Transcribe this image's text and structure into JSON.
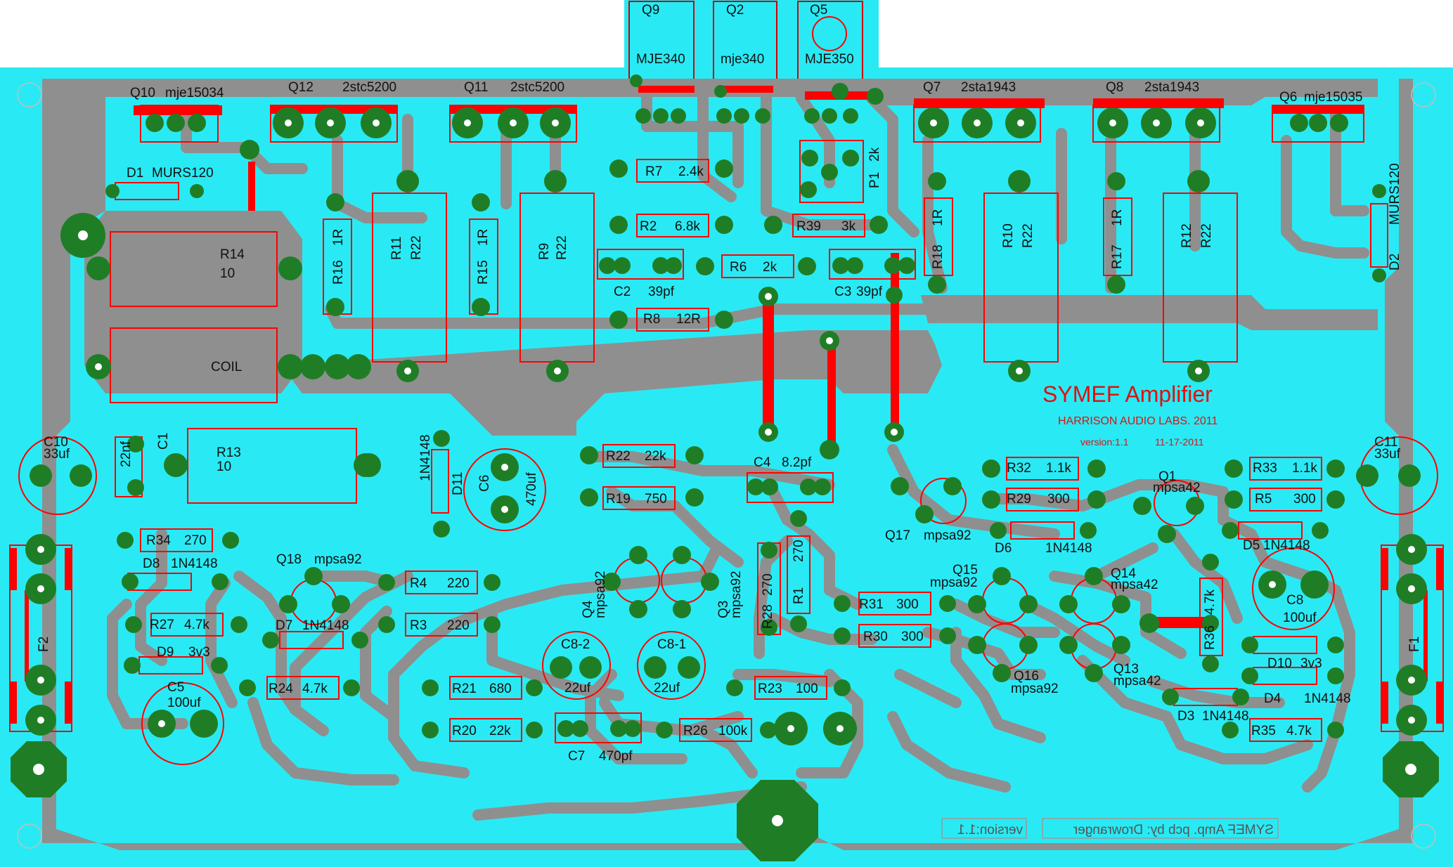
{
  "colors": {
    "board": "#29eaf4",
    "copper": "#8f8f8f",
    "pad": "#1f7e25",
    "hole": "#ffffff",
    "silk": "#ff0000",
    "text": "#111111",
    "title": "#e01010"
  },
  "board_text": {
    "title": "SYMEF  Amplifier",
    "company": "HARRISON AUDIO LABS. 2011",
    "version": "version:1.1",
    "date": "11-17-2011",
    "mirror_credit": "SYMEF Amp. pcb by: Drowranger",
    "mirror_version": "version:1.1"
  },
  "components": [
    {
      "ref": "Q9",
      "value": "MJE340"
    },
    {
      "ref": "Q2",
      "value": "mje340"
    },
    {
      "ref": "Q5",
      "value": "MJE350"
    },
    {
      "ref": "Q10",
      "value": "mje15034"
    },
    {
      "ref": "Q12",
      "value": "2stc5200"
    },
    {
      "ref": "Q11",
      "value": "2stc5200"
    },
    {
      "ref": "Q7",
      "value": "2sta1943"
    },
    {
      "ref": "Q8",
      "value": "2sta1943"
    },
    {
      "ref": "Q6",
      "value": "mje15035"
    },
    {
      "ref": "D1",
      "value": "MURS120"
    },
    {
      "ref": "D2",
      "value": "MURS120"
    },
    {
      "ref": "R7",
      "value": "2.4k"
    },
    {
      "ref": "R2",
      "value": "6.8k"
    },
    {
      "ref": "R39",
      "value": "3k"
    },
    {
      "ref": "P1",
      "value": "2k"
    },
    {
      "ref": "R6",
      "value": "2k"
    },
    {
      "ref": "C2",
      "value": "39pf"
    },
    {
      "ref": "C3",
      "value": "39pf"
    },
    {
      "ref": "R8",
      "value": "12R"
    },
    {
      "ref": "R14",
      "value": "10"
    },
    {
      "ref": "R16",
      "value": "1R"
    },
    {
      "ref": "R11",
      "value": "R22"
    },
    {
      "ref": "R15",
      "value": "1R"
    },
    {
      "ref": "R9",
      "value": "R22"
    },
    {
      "ref": "R18",
      "value": "1R"
    },
    {
      "ref": "R10",
      "value": "R22"
    },
    {
      "ref": "R17",
      "value": "1R"
    },
    {
      "ref": "R12",
      "value": "R22"
    },
    {
      "ref": "COIL",
      "value": ""
    },
    {
      "ref": "C10",
      "value": "33uf"
    },
    {
      "ref": "C1",
      "value": "22nf"
    },
    {
      "ref": "R13",
      "value": "10"
    },
    {
      "ref": "D11",
      "value": "1N4148"
    },
    {
      "ref": "C6",
      "value": "470uf"
    },
    {
      "ref": "R22",
      "value": "22k"
    },
    {
      "ref": "R19",
      "value": "750"
    },
    {
      "ref": "C4",
      "value": "8.2pf"
    },
    {
      "ref": "R32",
      "value": "1.1k"
    },
    {
      "ref": "R29",
      "value": "300"
    },
    {
      "ref": "Q1",
      "value": "mpsa42"
    },
    {
      "ref": "R33",
      "value": "1.1k"
    },
    {
      "ref": "R5",
      "value": "300"
    },
    {
      "ref": "C11",
      "value": "33uf"
    },
    {
      "ref": "R34",
      "value": "270"
    },
    {
      "ref": "D8",
      "value": "1N4148"
    },
    {
      "ref": "Q18",
      "value": "mpsa92"
    },
    {
      "ref": "R27",
      "value": "4.7k"
    },
    {
      "ref": "D7",
      "value": "1N4148"
    },
    {
      "ref": "D9",
      "value": "3v3"
    },
    {
      "ref": "C5",
      "value": "100uf"
    },
    {
      "ref": "R24",
      "value": "4.7k"
    },
    {
      "ref": "R4",
      "value": "220"
    },
    {
      "ref": "R3",
      "value": "220"
    },
    {
      "ref": "Q4",
      "value": "mpsa92"
    },
    {
      "ref": "Q3",
      "value": "mpsa92"
    },
    {
      "ref": "R28",
      "value": "270"
    },
    {
      "ref": "R1",
      "value": "270"
    },
    {
      "ref": "Q17",
      "value": "mpsa92"
    },
    {
      "ref": "D6",
      "value": "1N4148"
    },
    {
      "ref": "D5",
      "value": "1N4148"
    },
    {
      "ref": "Q15",
      "value": "mpsa92"
    },
    {
      "ref": "Q14",
      "value": "mpsa42"
    },
    {
      "ref": "R31",
      "value": "300"
    },
    {
      "ref": "R30",
      "value": "300"
    },
    {
      "ref": "Q16",
      "value": "mpsa92"
    },
    {
      "ref": "Q13",
      "value": "mpsa42"
    },
    {
      "ref": "R36",
      "value": "4.7k"
    },
    {
      "ref": "C8",
      "value": "100uf"
    },
    {
      "ref": "D10",
      "value": "3v3"
    },
    {
      "ref": "D4",
      "value": "1N4148"
    },
    {
      "ref": "D3",
      "value": "1N4148"
    },
    {
      "ref": "R35",
      "value": "4.7k"
    },
    {
      "ref": "C8-2",
      "value": "22uf"
    },
    {
      "ref": "C8-1",
      "value": "22uf"
    },
    {
      "ref": "R21",
      "value": "680"
    },
    {
      "ref": "R20",
      "value": "22k"
    },
    {
      "ref": "C7",
      "value": "470pf"
    },
    {
      "ref": "R26",
      "value": "100k"
    },
    {
      "ref": "R23",
      "value": "100"
    },
    {
      "ref": "F1",
      "value": ""
    },
    {
      "ref": "F2",
      "value": ""
    }
  ]
}
